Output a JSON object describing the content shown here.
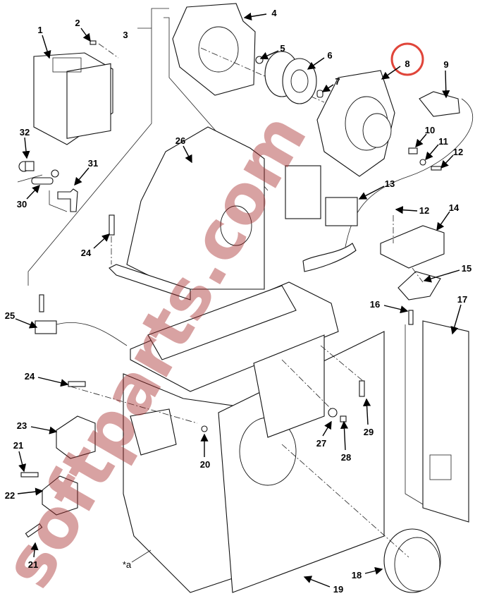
{
  "diagram": {
    "title": "Exploded parts view",
    "highlight_color": "#e0453a",
    "watermark": "softparts.com",
    "callouts": [
      "1",
      "2",
      "3",
      "4",
      "5",
      "6",
      "7",
      "8",
      "9",
      "10",
      "11",
      "12",
      "13",
      "12",
      "14",
      "15",
      "16",
      "17",
      "18",
      "19",
      "20",
      "21",
      "21",
      "22",
      "23",
      "24",
      "24",
      "25",
      "26",
      "27",
      "28",
      "29",
      "30",
      "31",
      "32",
      "*a"
    ],
    "highlighted_callout": "8"
  }
}
